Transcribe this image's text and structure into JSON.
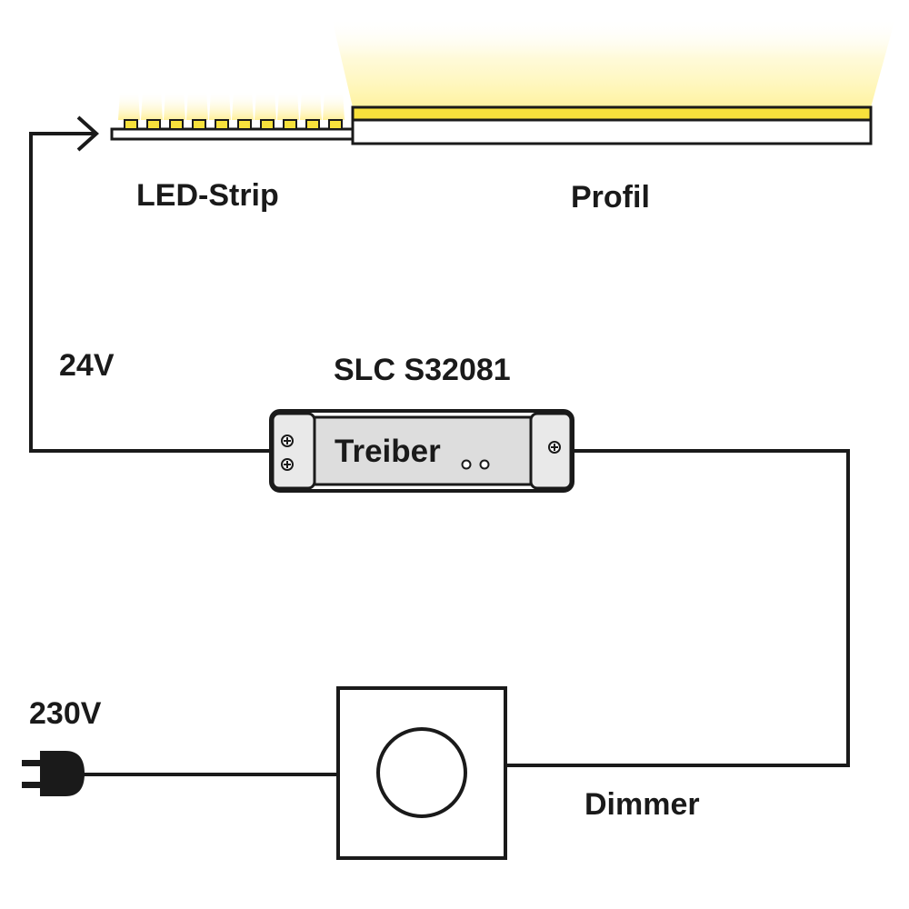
{
  "labels": {
    "led_strip": "LED-Strip",
    "profile": "Profil",
    "voltage_low": "24V",
    "driver_model": "SLC S32081",
    "driver": "Treiber",
    "voltage_mains": "230V",
    "dimmer": "Dimmer"
  },
  "colors": {
    "line": "#1a1a1a",
    "led_yellow": "#f7e13c",
    "glow": "#fff6b0",
    "driver_body": "#e0e0e0",
    "driver_endcap": "#ffffff"
  },
  "icons": {
    "plug": "power-plug-icon",
    "dimmer_knob": "dimmer-knob-icon",
    "arrow": "arrow-right-icon",
    "screw": "screw-icon"
  }
}
